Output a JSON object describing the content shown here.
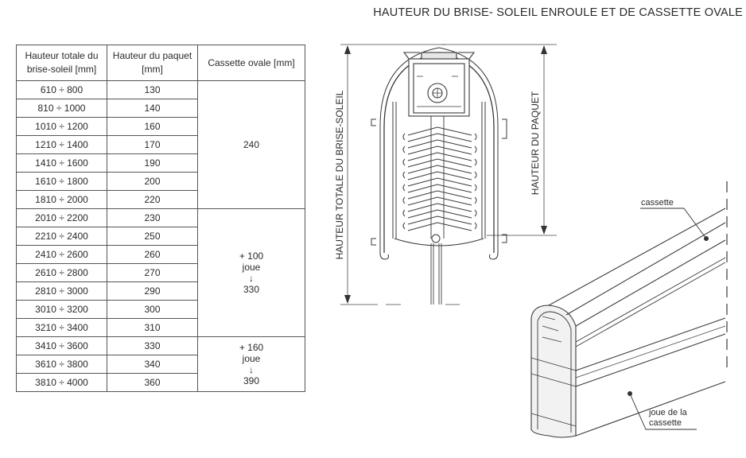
{
  "title": "HAUTEUR DU BRISE- SOLEIL ENROULE ET DE CASSETTE OVALE",
  "table": {
    "headers": {
      "total_height": "Hauteur totale du brise-soleil [mm]",
      "package_height": "Hauteur du paquet [mm]",
      "cassette": "Cassette ovale [mm]"
    },
    "rows": [
      {
        "range": "610 ÷ 800",
        "package": "130"
      },
      {
        "range": "810 ÷ 1000",
        "package": "140"
      },
      {
        "range": "1010 ÷ 1200",
        "package": "160"
      },
      {
        "range": "1210 ÷ 1400",
        "package": "170"
      },
      {
        "range": "1410 ÷ 1600",
        "package": "190"
      },
      {
        "range": "1610 ÷ 1800",
        "package": "200"
      },
      {
        "range": "1810 ÷ 2000",
        "package": "220"
      },
      {
        "range": "2010 ÷ 2200",
        "package": "230"
      },
      {
        "range": "2210 ÷ 2400",
        "package": "250"
      },
      {
        "range": "2410 ÷ 2600",
        "package": "260"
      },
      {
        "range": "2610 ÷ 2800",
        "package": "270"
      },
      {
        "range": "2810 ÷ 3000",
        "package": "290"
      },
      {
        "range": "3010 ÷ 3200",
        "package": "300"
      },
      {
        "range": "3210 ÷ 3400",
        "package": "310"
      },
      {
        "range": "3410 ÷ 3600",
        "package": "330"
      },
      {
        "range": "3610 ÷ 3800",
        "package": "340"
      },
      {
        "range": "3810 ÷ 4000",
        "package": "360"
      }
    ],
    "cassette_groups": [
      {
        "lines": [
          "240"
        ]
      },
      {
        "lines": [
          "+ 100",
          "joue",
          "↓",
          "330"
        ]
      },
      {
        "lines": [
          "+ 160",
          "joue",
          "↓",
          "390"
        ]
      }
    ]
  },
  "drawing": {
    "dim_total": "HAUTEUR TOTALE DU BRISE-SOLEIL",
    "dim_package": "HAUTEUR DU PAQUET",
    "label_cassette": "cassette",
    "label_side_line1": "joue de la",
    "label_side_line2": "cassette"
  }
}
